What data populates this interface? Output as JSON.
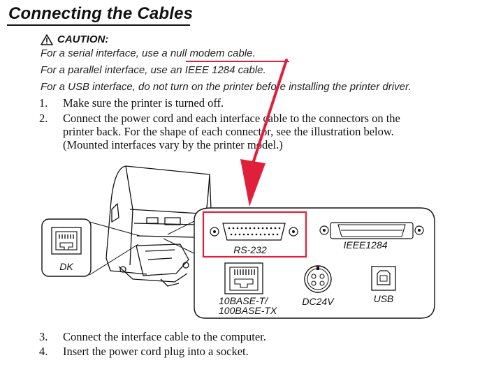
{
  "title": "Connecting the Cables",
  "caution": {
    "heading": "CAUTION:",
    "line1_pre": "For a serial interface, use a ",
    "line1_link": "null modem cable.",
    "line2": "For a parallel interface, use an IEEE 1284 cable.",
    "line3": "For a USB interface, do not turn on the printer before installing the printer driver."
  },
  "steps": [
    {
      "num": "1.",
      "lines": [
        "Make sure the printer is turned off."
      ]
    },
    {
      "num": "2.",
      "lines": [
        "Connect the power cord and each interface cable to the connectors on the",
        "printer back. For the shape of each connector, see the illustration below.",
        "(Mounted interfaces vary by the printer model.)"
      ]
    },
    {
      "num": "3.",
      "lines": [
        "Connect the interface cable to the computer."
      ]
    },
    {
      "num": "4.",
      "lines": [
        "Insert the power cord plug into a socket."
      ]
    }
  ],
  "figure": {
    "dk_label": "DK",
    "rs232_label": "RS-232",
    "ieee_label": "IEEE1284",
    "ethernet_label_1": "10BASE-T/",
    "ethernet_label_2": "100BASE-TX",
    "dc_label": "DC24V",
    "usb_label": "USB"
  },
  "colors": {
    "highlight": "#e0203a",
    "line": "#111111"
  },
  "icons": [
    "warning-triangle-icon",
    "red-arrow-pointer"
  ]
}
